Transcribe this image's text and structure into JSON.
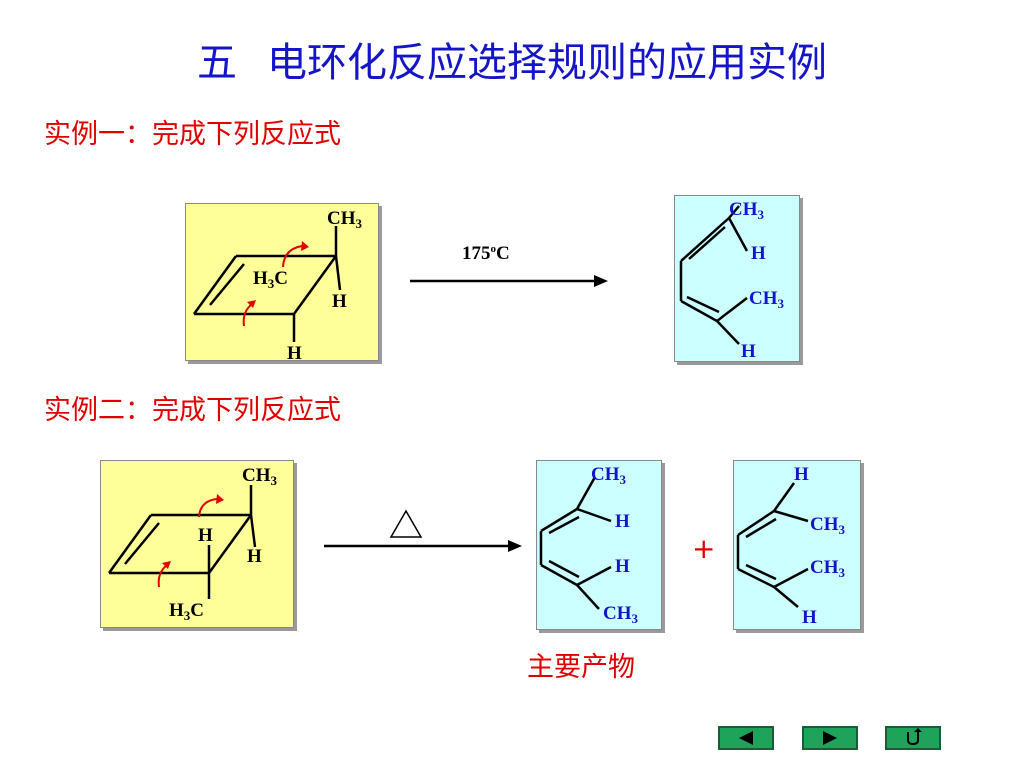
{
  "title": {
    "number": "五",
    "text": "电环化反应选择规则的应用实例"
  },
  "example1": {
    "label": "实例一：完成下列反应式",
    "reactant": {
      "ch3": "CH",
      "ch3_sub": "3",
      "h3c": "H",
      "h3c_sub": "3",
      "h3c_tail": "C",
      "h_right": "H",
      "h_bottom": "H"
    },
    "condition": {
      "value": "175",
      "degree": "o",
      "unit": "C"
    },
    "product": {
      "ch3_top": "CH",
      "ch3_top_sub": "3",
      "h_mid": "H",
      "ch3_mid": "CH",
      "ch3_mid_sub": "3",
      "h_bottom": "H"
    }
  },
  "example2": {
    "label": "实例二：完成下列反应式",
    "reactant": {
      "ch3": "CH",
      "ch3_sub": "3",
      "h_inner": "H",
      "h_right": "H",
      "h3c": "H",
      "h3c_sub": "3",
      "h3c_tail": "C"
    },
    "condition_symbol": "triangle",
    "product1": {
      "ch3_top": "CH",
      "ch3_top_sub": "3",
      "h1": "H",
      "h2": "H",
      "ch3_bottom": "CH",
      "ch3_bottom_sub": "3"
    },
    "product2": {
      "h_top": "H",
      "ch3_1": "CH",
      "ch3_1_sub": "3",
      "ch3_2": "CH",
      "ch3_2_sub": "3",
      "h_bottom": "H"
    },
    "plus": "+",
    "major_label": "主要产物"
  },
  "navigation": {
    "prev_icon": "triangle-left-icon",
    "next_icon": "triangle-right-icon",
    "return_icon": "return-u-icon"
  },
  "colors": {
    "title": "#1414c8",
    "accent": "#e00000",
    "yellow_box": "#ffff99",
    "cyan_box": "#ccffff",
    "nav": "#1ea35a"
  }
}
